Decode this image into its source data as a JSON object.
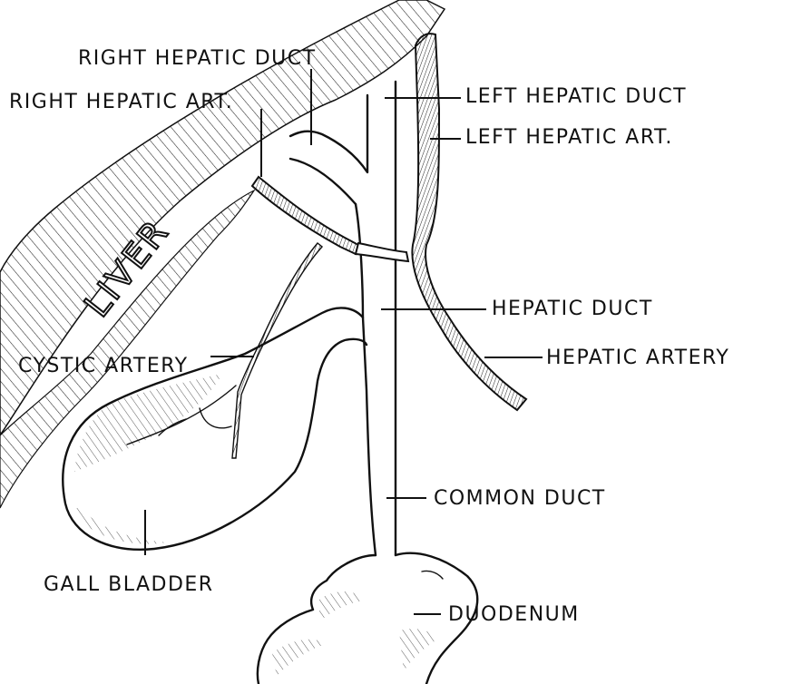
{
  "labels": {
    "liver": "LIVER",
    "right_hepatic_duct": "RIGHT HEPATIC DUCT",
    "right_hepatic_art": "RIGHT HEPATIC ART.",
    "left_hepatic_duct": "LEFT HEPATIC DUCT",
    "left_hepatic_art": "LEFT HEPATIC ART.",
    "hepatic_duct": "HEPATIC DUCT",
    "hepatic_artery": "HEPATIC ARTERY",
    "cystic_artery": "CYSTIC ARTERY",
    "common_duct": "COMMON DUCT",
    "gall_bladder": "GALL BLADDER",
    "duodenum": "DUODENUM"
  },
  "colors": {
    "ink": "#111111",
    "paper": "#ffffff"
  }
}
